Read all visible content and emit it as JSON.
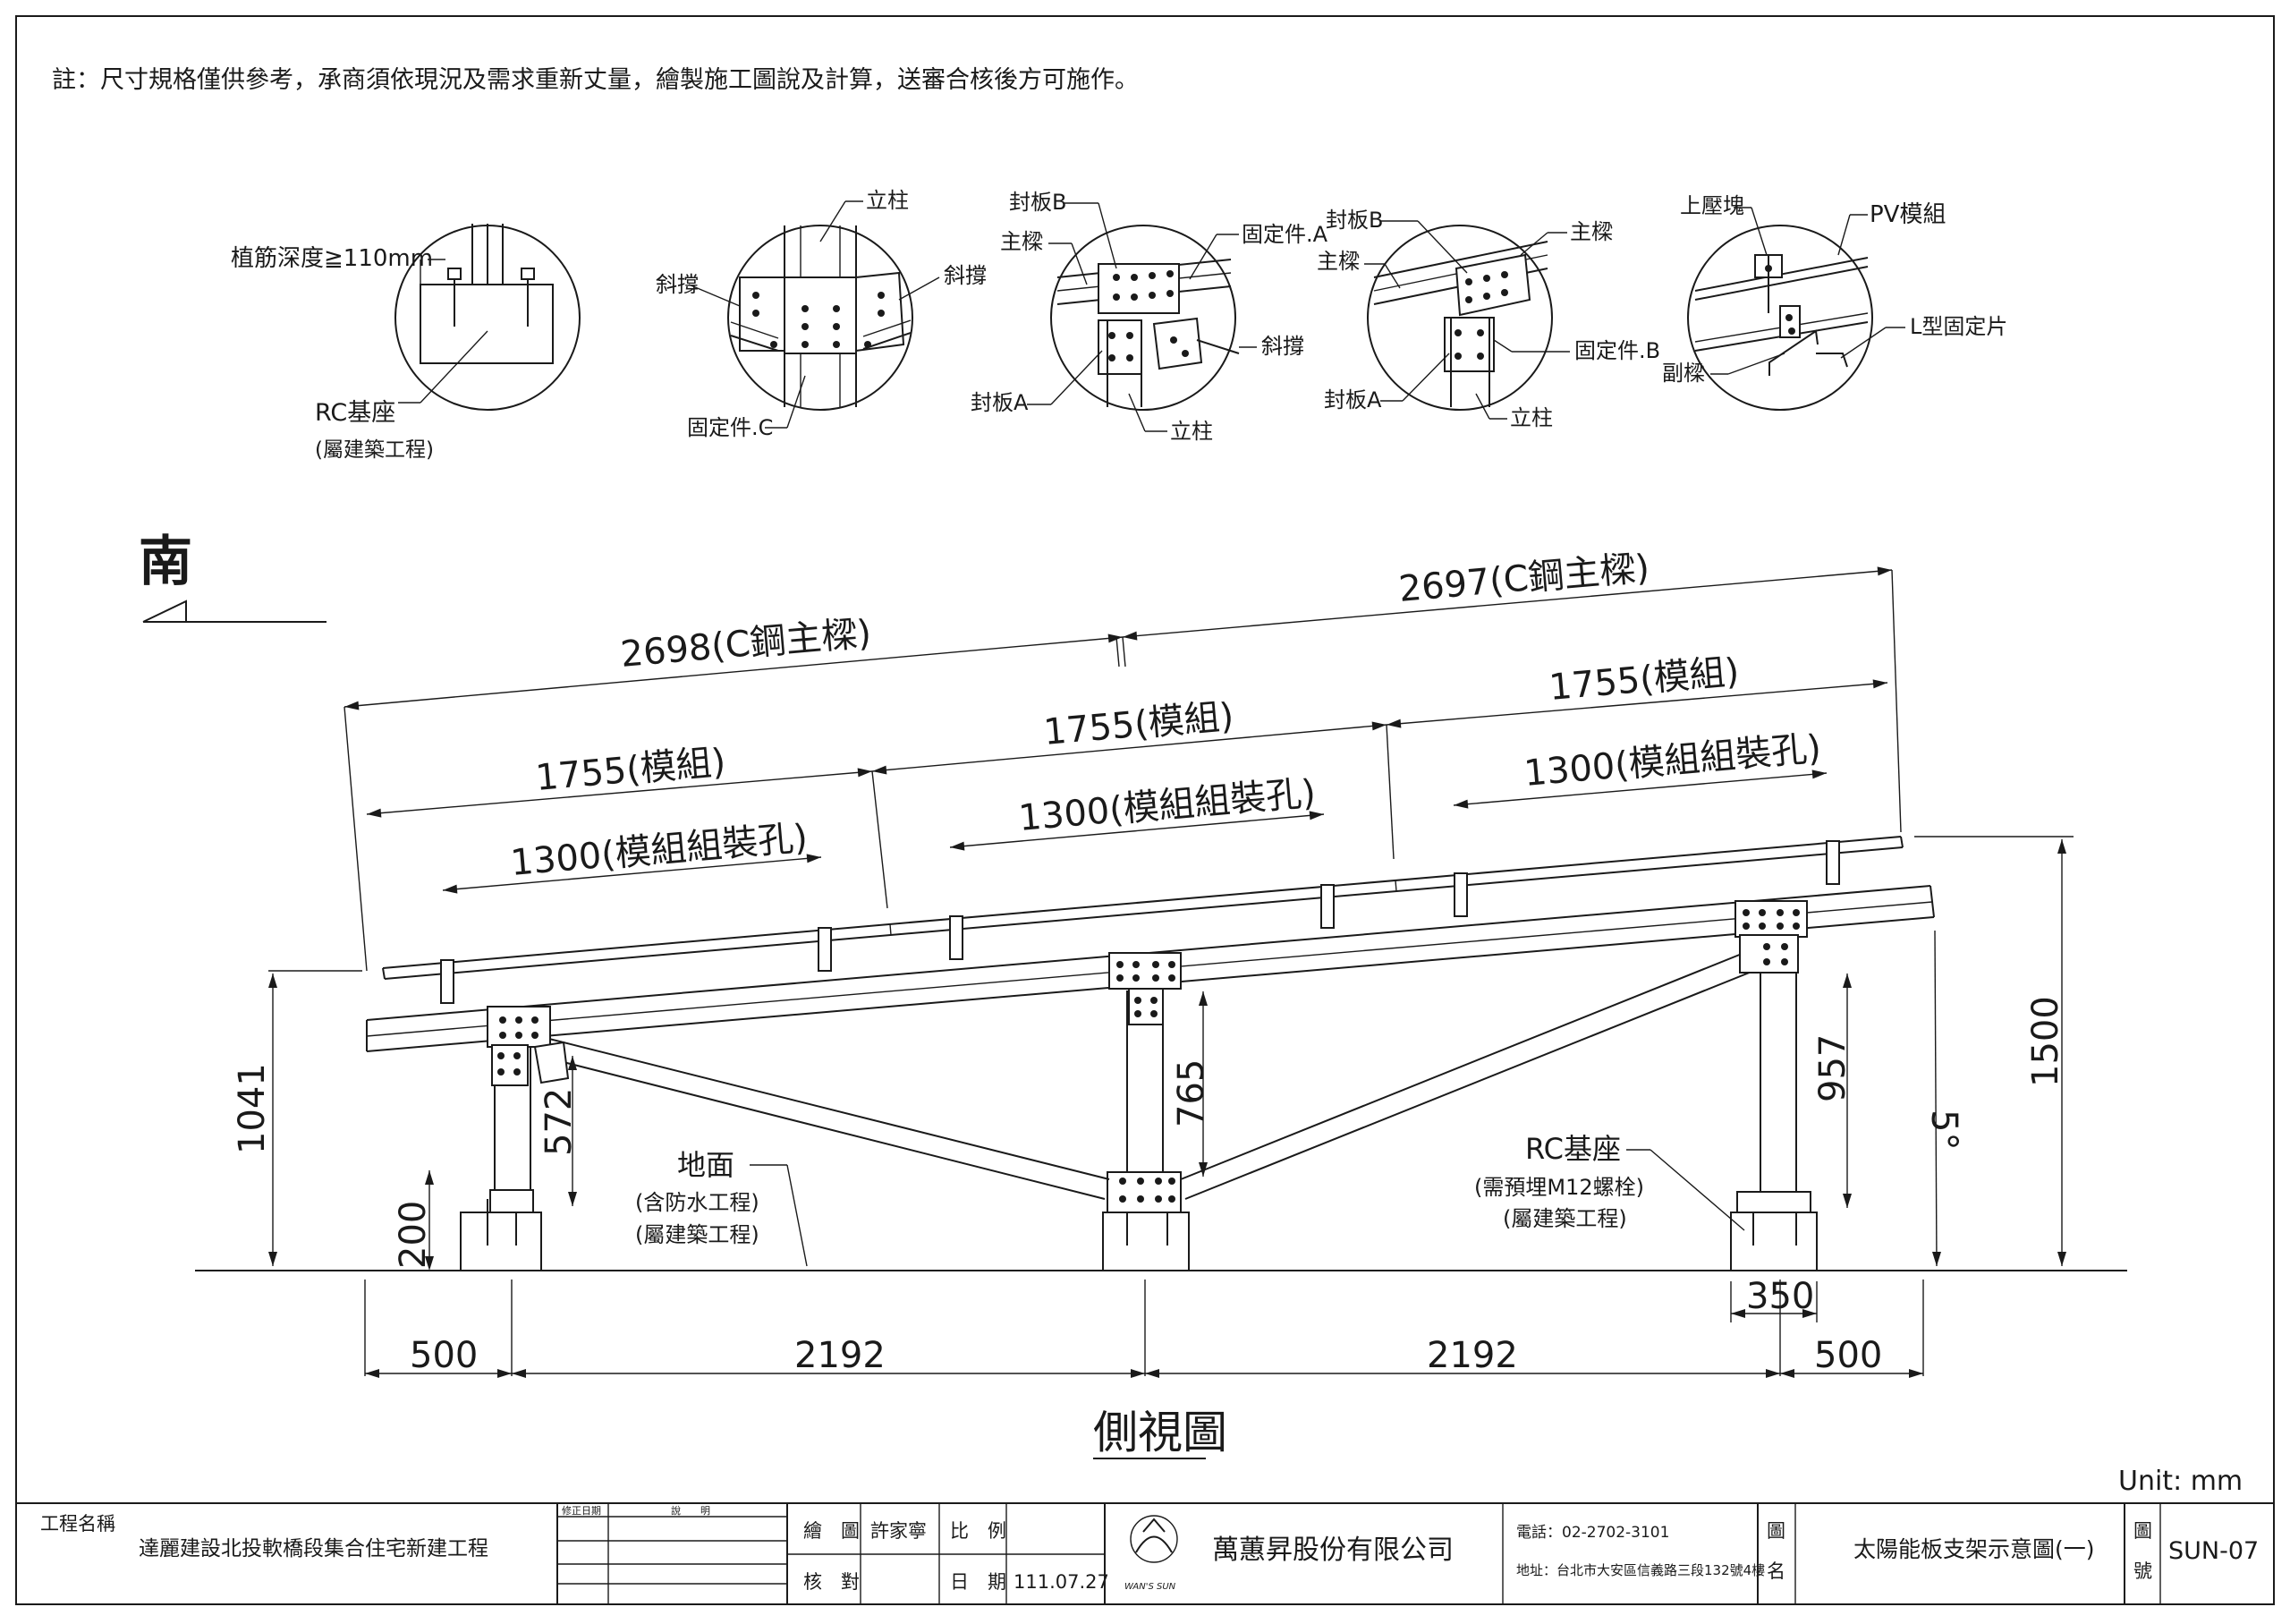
{
  "note": "註：尺寸規格僅供參考，承商須依現況及需求重新丈量，繪製施工圖說及計算，送審合核後方可施作。",
  "south_label": "南",
  "view_title": "側視圖",
  "unit": "Unit: mm",
  "details": {
    "d1": {
      "rebar": "植筋深度≧110mm",
      "rc": "RC基座",
      "rc_note": "(屬建築工程)"
    },
    "d2": {
      "post": "立柱",
      "brace": "斜撐",
      "brace2": "斜撐",
      "fixC": "固定件.C"
    },
    "d3": {
      "plateB": "封板B",
      "beam": "主樑",
      "fixA": "固定件.A",
      "brace": "斜撐",
      "plateA": "封板A",
      "post": "立柱"
    },
    "d4": {
      "plateB": "封板B",
      "beam1": "主樑",
      "beam2": "主樑",
      "fixB": "固定件.B",
      "plateA": "封板A",
      "post": "立柱"
    },
    "d5": {
      "clamp": "上壓塊",
      "pv": "PV模組",
      "lbracket": "L型固定片",
      "sub": "副樑"
    }
  },
  "dims": {
    "beam1": "2698(C鋼主樑)",
    "beam2": "2697(C鋼主樑)",
    "mod1": "1755(模組)",
    "mod2": "1755(模組)",
    "mod3": "1755(模組)",
    "hole1": "1300(模組組裝孔)",
    "hole2": "1300(模組組裝孔)",
    "hole3": "1300(模組組裝孔)",
    "h_left": "1041",
    "h_right": "1500",
    "h_base": "200",
    "post1": "572",
    "post2": "765",
    "post3": "957",
    "angle": "5°",
    "base_w": "350",
    "span_l": "500",
    "span_m1": "2192",
    "span_m2": "2192",
    "span_r": "500"
  },
  "annotations": {
    "ground": "地面",
    "ground_n1": "(含防水工程)",
    "ground_n2": "(屬建築工程)",
    "rc": "RC基座",
    "rc_n1": "(需預埋M12螺栓)",
    "rc_n2": "(屬建築工程)"
  },
  "titleblock": {
    "project_label": "工程名稱",
    "project": "達麗建設北投軟橋段集合住宅新建工程",
    "rev_date": "修正日期",
    "rev_desc": "說　　明",
    "draw_label": "繪　圖",
    "draw_name": "許家寧",
    "check_label": "核　對",
    "scale_label": "比　例",
    "date_label": "日　期",
    "date": "111.07.27",
    "logo_text": "WAN'S SUN",
    "company": "萬蕙昇股份有限公司",
    "phone": "電話：02-2702-3101",
    "address": "地址：台北市大安區信義路三段132號4樓",
    "title_label_1": "圖",
    "title_label_2": "名",
    "title": "太陽能板支架示意圖(一)",
    "no_label_1": "圖",
    "no_label_2": "號",
    "drawing_no": "SUN-07"
  }
}
